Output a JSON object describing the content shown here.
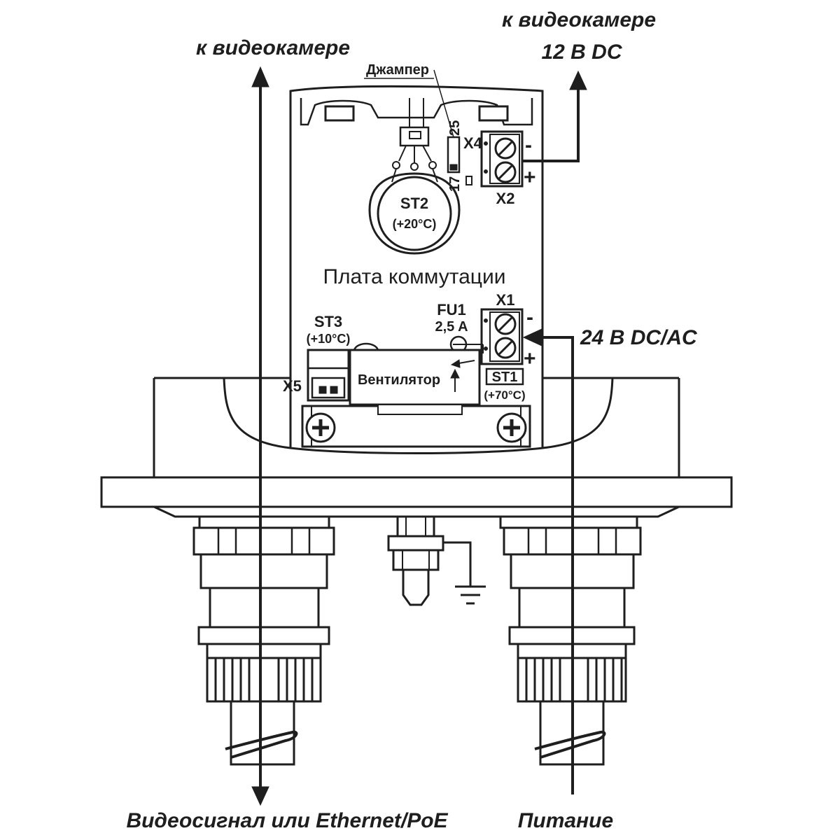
{
  "labels": {
    "to_camera_left": "к видеокамере",
    "to_camera_right": "к видеокамере",
    "voltage_12": "12 В DC",
    "voltage_24": "24 В DC/AC",
    "jumper": "Джампер",
    "board_title": "Плата коммутации",
    "st2_name": "ST2",
    "st2_temp": "(+20°C)",
    "st3_name": "ST3",
    "st3_temp": "(+10°C)",
    "st1_name": "ST1",
    "st1_temp": "(+70°C)",
    "fu1_name": "FU1",
    "fu1_rating": "2,5 A",
    "fan": "Вентилятор",
    "x1": "X1",
    "x2": "X2",
    "x4": "X4",
    "x5": "X5",
    "pin_25": "25",
    "pin_17": "17",
    "minus_x2": "-",
    "plus_x2": "+",
    "minus_x1": "-",
    "plus_x1": "+",
    "bottom_video": "Видеосигнал или Ethernet/PoE",
    "bottom_power": "Питание"
  }
}
